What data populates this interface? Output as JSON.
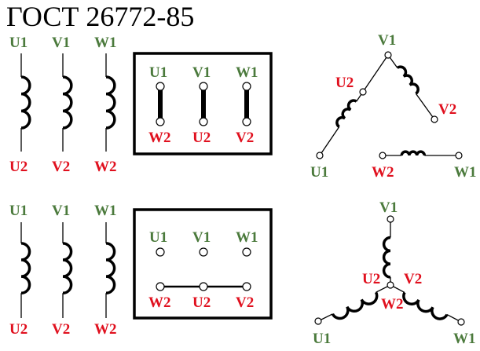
{
  "title": "ГОСТ 26772-85",
  "colors": {
    "start_terminal": "#4b7a3c",
    "end_terminal": "#e0101e"
  },
  "delta_section": {
    "windings": {
      "starts": [
        "U1",
        "V1",
        "W1"
      ],
      "ends": [
        "U2",
        "V2",
        "W2"
      ]
    },
    "terminal_box": {
      "top": [
        "U1",
        "V1",
        "W1"
      ],
      "bottom": [
        "W2",
        "U2",
        "V2"
      ]
    },
    "delta_diagram": {
      "V1": "V1",
      "U2": "U2",
      "V2": "V2",
      "U1": "U1",
      "W2": "W2",
      "W1": "W1"
    }
  },
  "star_section": {
    "windings": {
      "starts": [
        "U1",
        "V1",
        "W1"
      ],
      "ends": [
        "U2",
        "V2",
        "W2"
      ]
    },
    "terminal_box": {
      "top": [
        "U1",
        "V1",
        "W1"
      ],
      "bottom": [
        "W2",
        "U2",
        "V2"
      ]
    },
    "star_diagram": {
      "V1": "V1",
      "U2": "U2",
      "V2": "V2",
      "W2": "W2",
      "U1": "U1",
      "W1": "W1"
    }
  }
}
